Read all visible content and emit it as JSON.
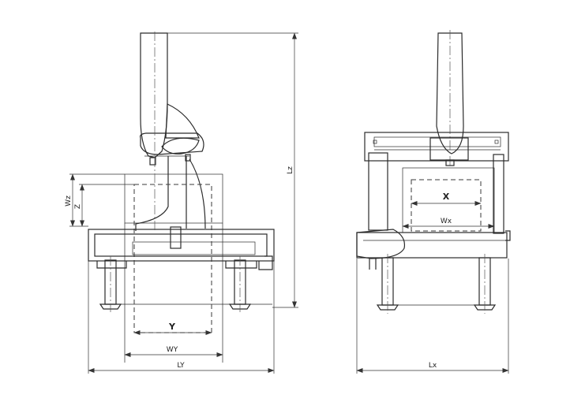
{
  "labels": {
    "side": {
      "wz": "Wz",
      "z": "Z",
      "y": "Y",
      "wy": "WY",
      "ly": "LY",
      "lz": "Lz"
    },
    "front": {
      "x": "X",
      "wx": "Wx",
      "lx": "Lx"
    }
  }
}
